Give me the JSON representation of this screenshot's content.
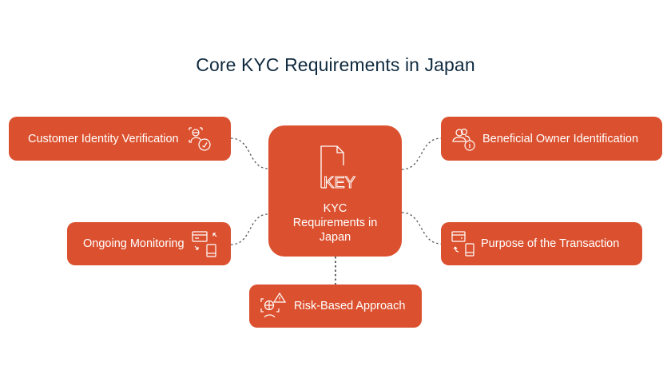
{
  "title": "Core KYC Requirements in Japan",
  "center": {
    "label_line1": "KYC",
    "label_line2": "Requirements in",
    "label_line3": "Japan",
    "icon": "key-document-icon",
    "icon_text": "KEY"
  },
  "nodes": [
    {
      "id": "customer-identity-verification",
      "label": "Customer Identity Verification",
      "icon": "face-verification-icon"
    },
    {
      "id": "beneficial-owner-identification",
      "label": "Beneficial Owner Identification",
      "icon": "users-info-icon"
    },
    {
      "id": "ongoing-monitoring",
      "label": "Ongoing Monitoring",
      "icon": "card-phone-sync-icon"
    },
    {
      "id": "purpose-of-the-transaction",
      "label": "Purpose of the Transaction",
      "icon": "card-to-phone-icon"
    },
    {
      "id": "risk-based-approach",
      "label": "Risk-Based Approach",
      "icon": "risk-globe-warning-icon"
    }
  ],
  "colors": {
    "box": "#db512f",
    "title": "#0f2a3f",
    "connector": "#555555"
  }
}
